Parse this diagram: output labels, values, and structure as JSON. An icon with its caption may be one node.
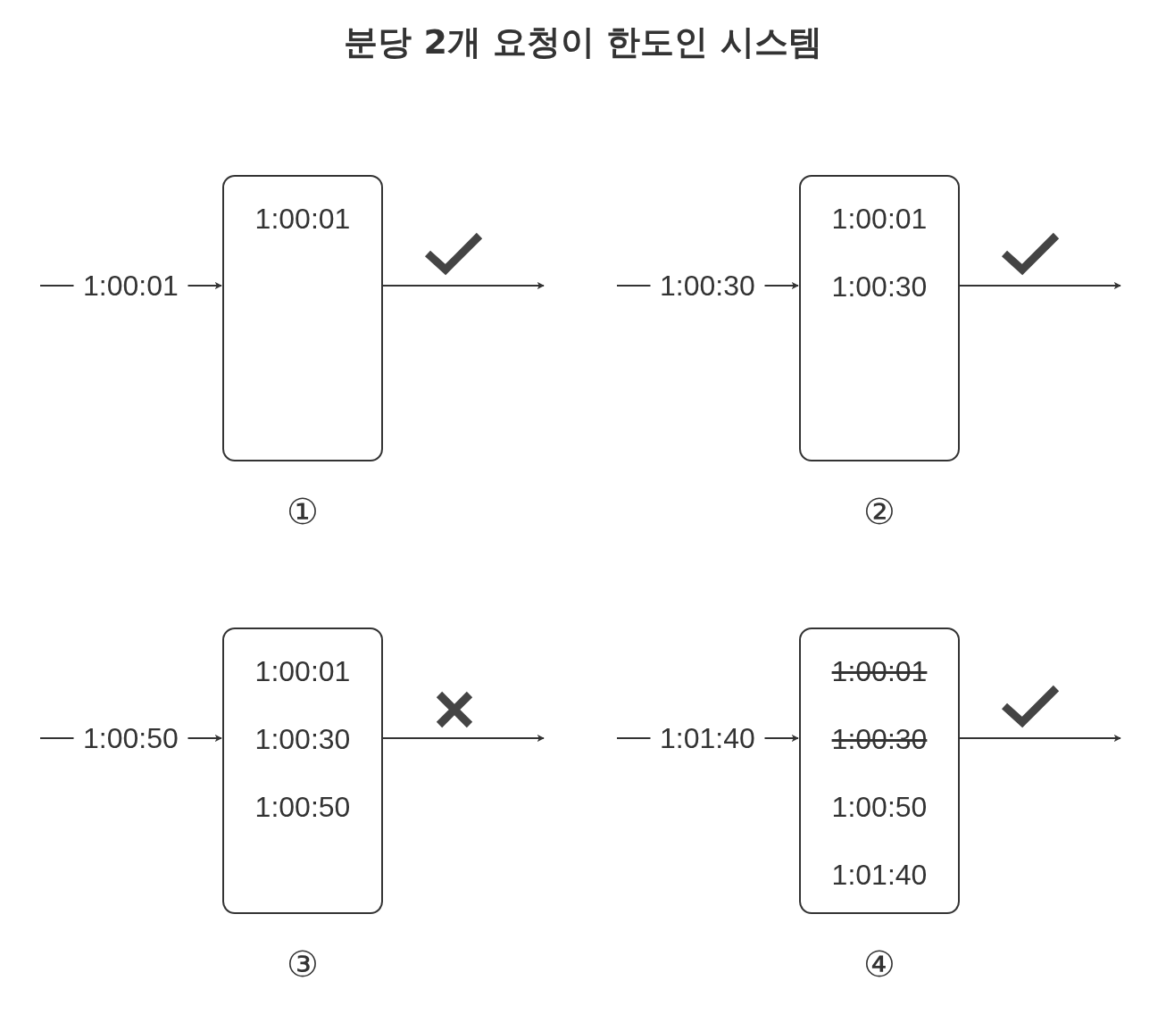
{
  "diagram": {
    "title": "분당 2개 요청이 한도인 시스템",
    "nodes": [
      {
        "text": [
          "1:00:01"
        ],
        "beside": [
          "①"
        ]
      },
      {
        "text": [
          "1:00:01",
          "1:00:30"
        ],
        "beside": [
          "②"
        ]
      },
      {
        "text": [
          "1:00:01",
          "1:00:30",
          "1:00:50"
        ],
        "beside": [
          "③"
        ]
      },
      {
        "text": [
          "1:00:01",
          "1:00:30",
          "1:00:50",
          "1:01:40"
        ],
        "beside": [
          "④"
        ]
      }
    ],
    "edges": [
      {
        "from": null,
        "to": 0,
        "arrow": "to",
        "label": "1:00:01"
      },
      {
        "from": 0,
        "to": null,
        "arrow": "to"
      },
      {
        "from": null,
        "to": 1,
        "arrow": "to",
        "label": "1:00:30"
      },
      {
        "from": 1,
        "to": null,
        "arrow": "to"
      },
      {
        "from": null,
        "to": 2,
        "arrow": "to",
        "label": "1:00:50"
      },
      {
        "from": 2,
        "to": null,
        "arrow": "to"
      },
      {
        "from": null,
        "to": 3,
        "arrow": "to",
        "label": "1:01:40"
      },
      {
        "from": 3,
        "to": null,
        "arrow": "to"
      }
    ]
  }
}
